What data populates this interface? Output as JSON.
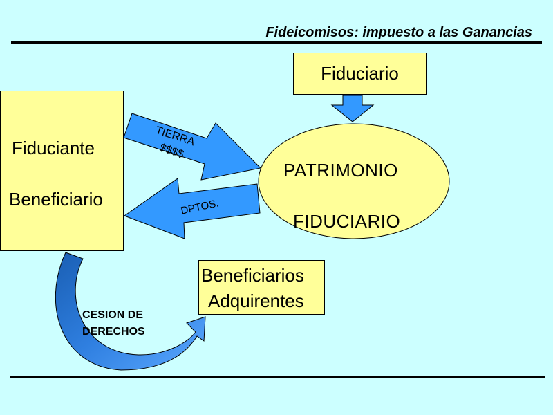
{
  "header": {
    "title": "Fideicomisos: impuesto a las Ganancias"
  },
  "nodes": {
    "fiduciario": "Fiduciario",
    "fiduciante": "Fiduciante",
    "beneficiario": "Beneficiario",
    "patrimonio_line1": "PATRIMONIO",
    "patrimonio_line2": "FIDUCIARIO",
    "beneficiarios": "Beneficiarios",
    "adquirentes": "Adquirentes"
  },
  "arrows": {
    "tierra": "TIERRA",
    "money": "$$$$",
    "dptos": "DPTOS.",
    "cesion_line1": "CESION DE",
    "cesion_line2": "DERECHOS"
  },
  "colors": {
    "background": "#ccffff",
    "box_fill": "#ffff99",
    "arrow_fill": "#3399ff",
    "arrow_dark": "#1a5fb4"
  }
}
